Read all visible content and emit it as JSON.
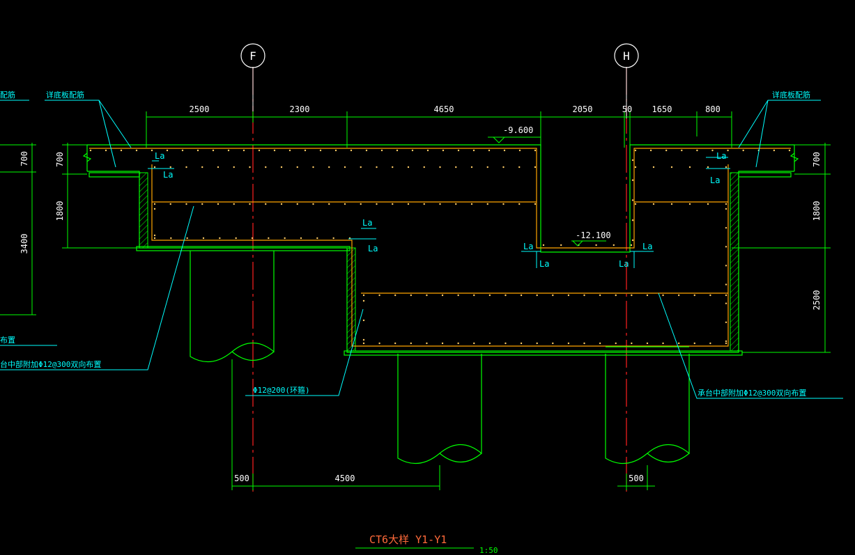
{
  "colors": {
    "background": "#000000",
    "dimension": "#00ff00",
    "concrete": "#00ff00",
    "rebar": "#ffa500",
    "leader": "#00ffff",
    "axis_line": "#ff2020",
    "title": "#ff6a3a"
  },
  "axes": {
    "left": "F",
    "right": "H"
  },
  "top_dims": [
    "2500",
    "2300",
    "4650",
    "2050",
    "50",
    "1650",
    "800"
  ],
  "left_dims": {
    "top": "700",
    "middle": "1800",
    "outer": "3400"
  },
  "right_dims": {
    "top": "700",
    "middle": "1800",
    "bottom": "2500"
  },
  "bottom_dims": {
    "left_offset": "500",
    "pile_spacing": "4500",
    "right_offset": "500"
  },
  "elevations": {
    "top": "-9.600",
    "pit": "-12.100"
  },
  "anchor_label": "La",
  "notes": {
    "top_left": "详底板配筋",
    "top_left_cut": "配筋",
    "top_right": "详底板配筋",
    "left_mid_cut": "布置",
    "left_bottom": "台中部附加Φ12@300双向布置",
    "center": "Φ12@200(环箍)",
    "right_bottom": "承台中部附加Φ12@300双向布置"
  },
  "title": {
    "text": "CT6大样 Y1-Y1",
    "scale": "1:50"
  }
}
